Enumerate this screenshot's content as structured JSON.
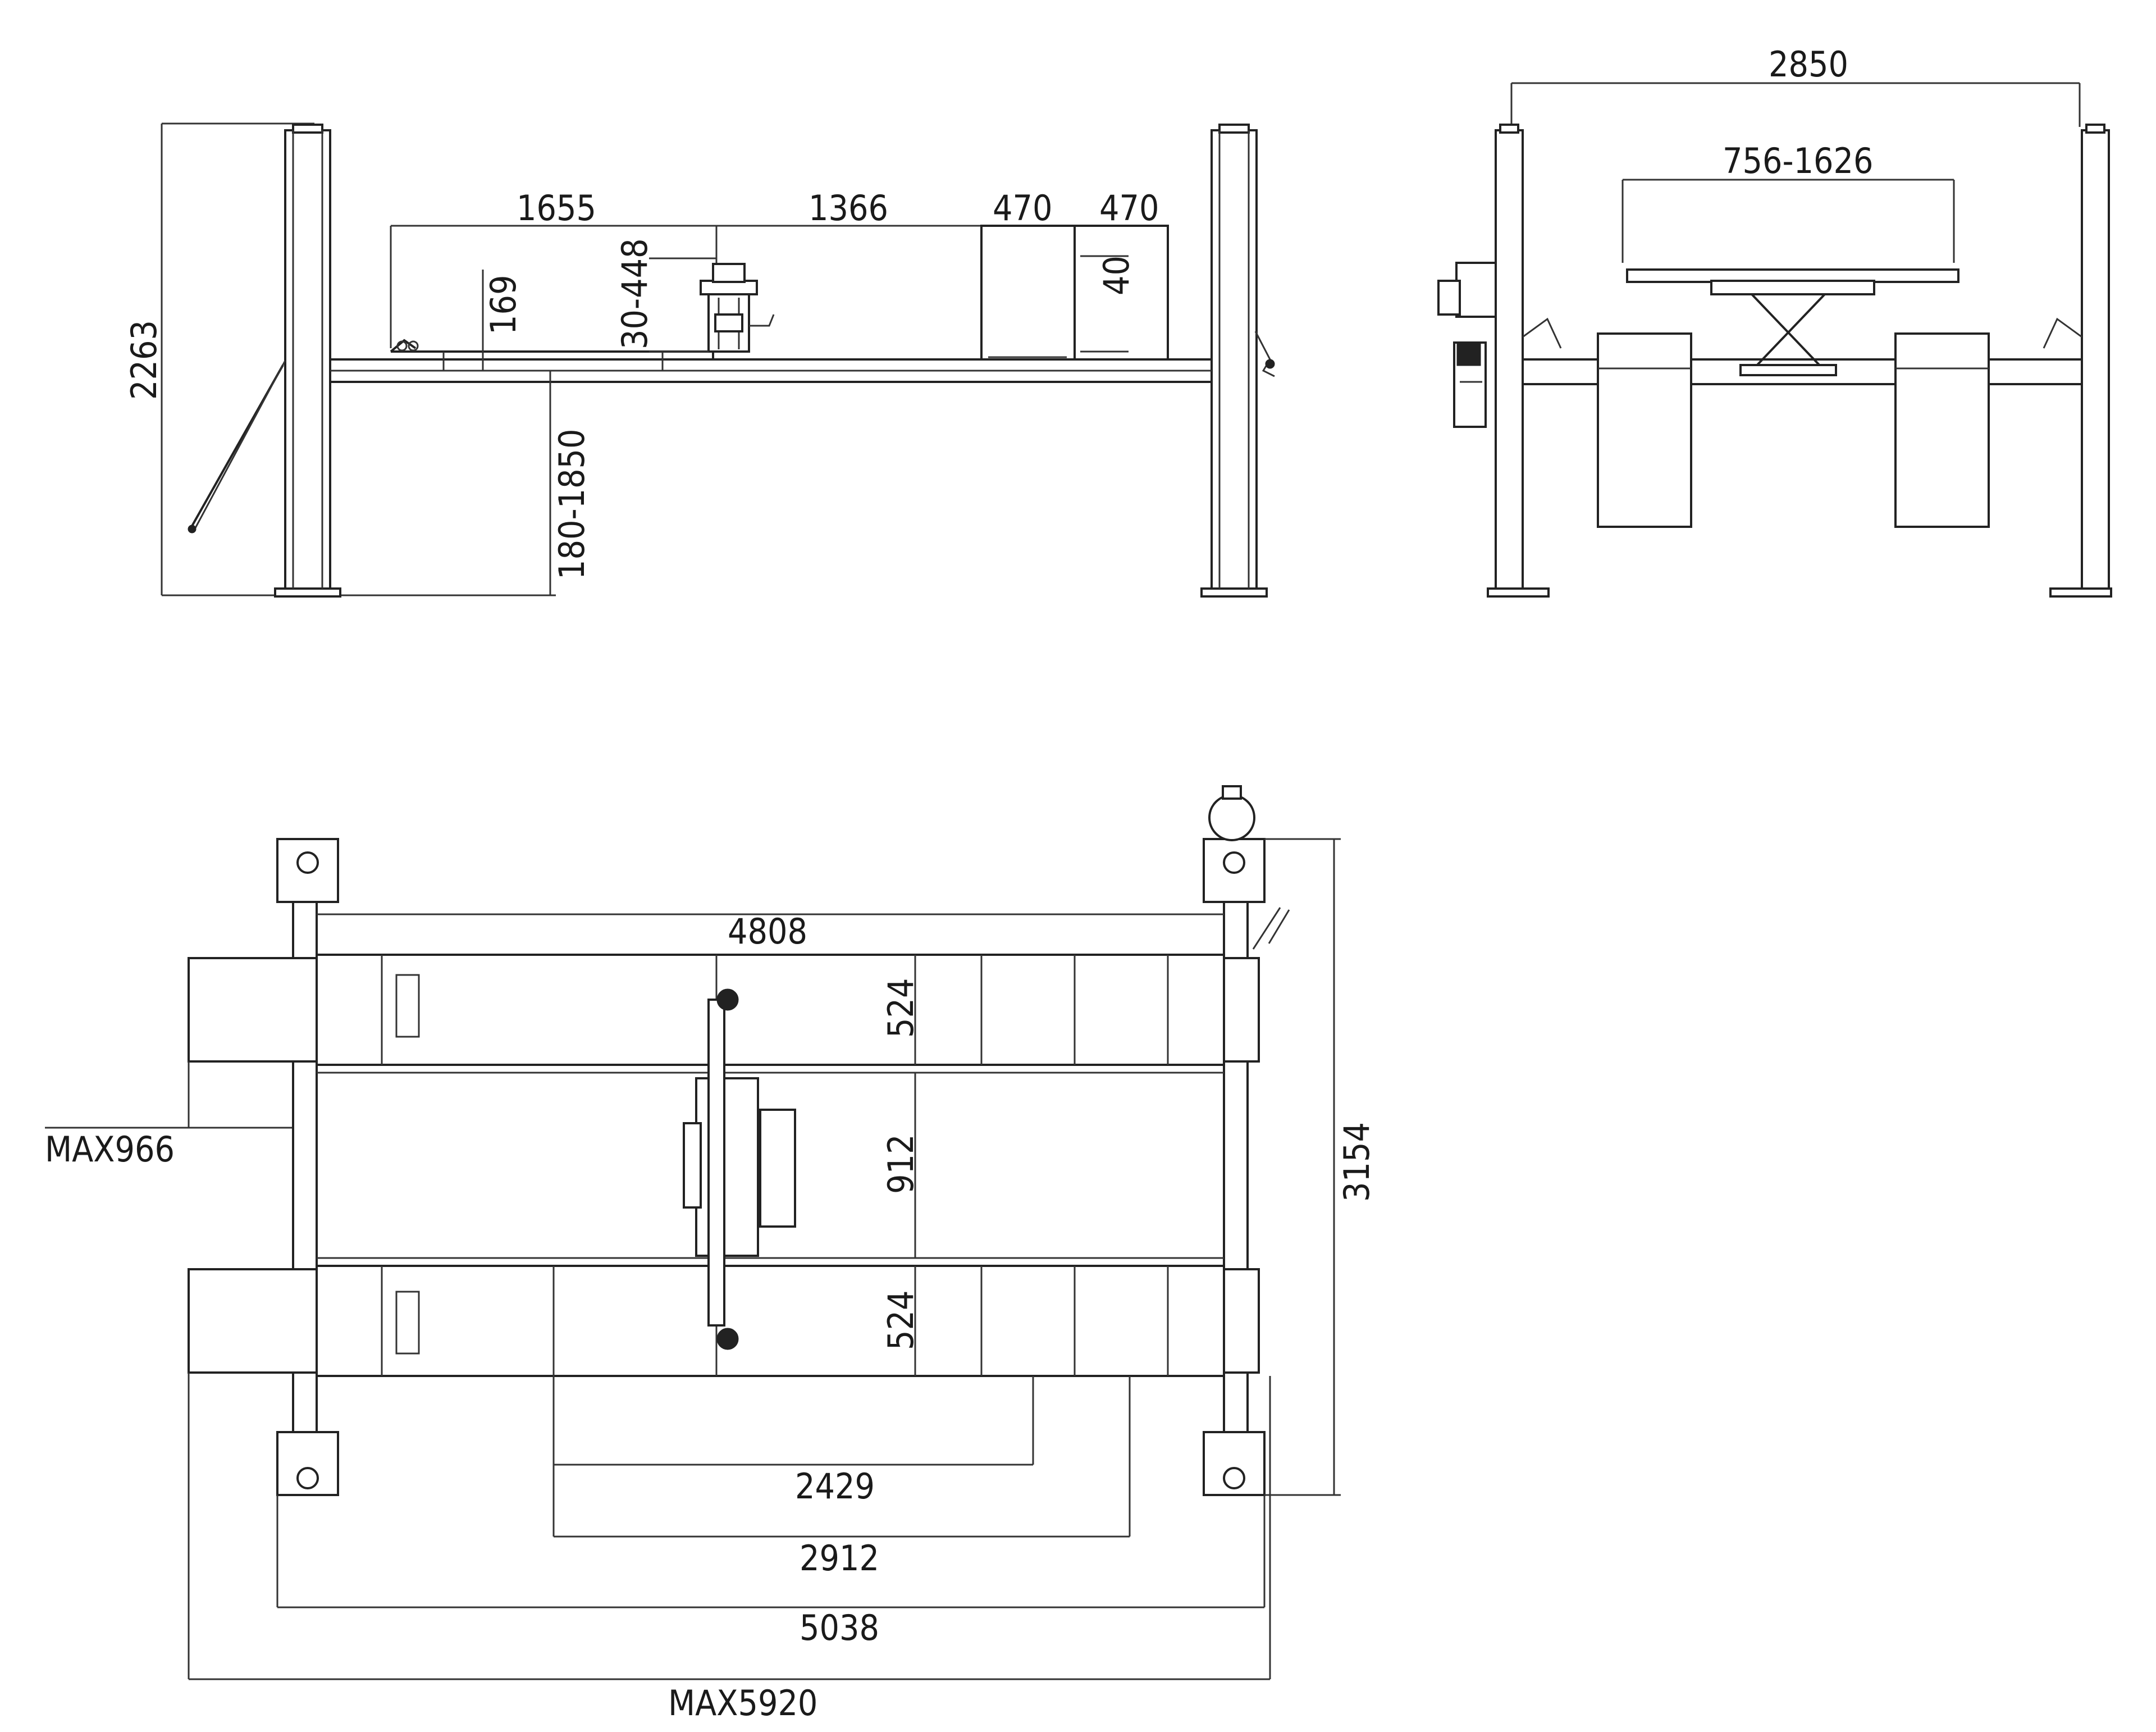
{
  "side_view": {
    "dims": {
      "total_height": "2263",
      "length_1": "1655",
      "length_2": "1366",
      "length_3": "470",
      "length_4": "470",
      "ramp_height": "169",
      "jack_range": "30-448",
      "plate_height": "40",
      "lift_range": "180-1850"
    }
  },
  "end_view": {
    "dims": {
      "column_span": "2850",
      "jack_width_range": "756-1626"
    }
  },
  "top_view": {
    "dims": {
      "runway_length": "4808",
      "runway_width_upper": "524",
      "runway_gap": "912",
      "runway_width_lower": "524",
      "max_width_ext": "MAX966",
      "overall_width": "3154",
      "dist_2429": "2429",
      "dist_2912": "2912",
      "column_span_len": "5038",
      "max_total_length": "MAX5920"
    }
  }
}
